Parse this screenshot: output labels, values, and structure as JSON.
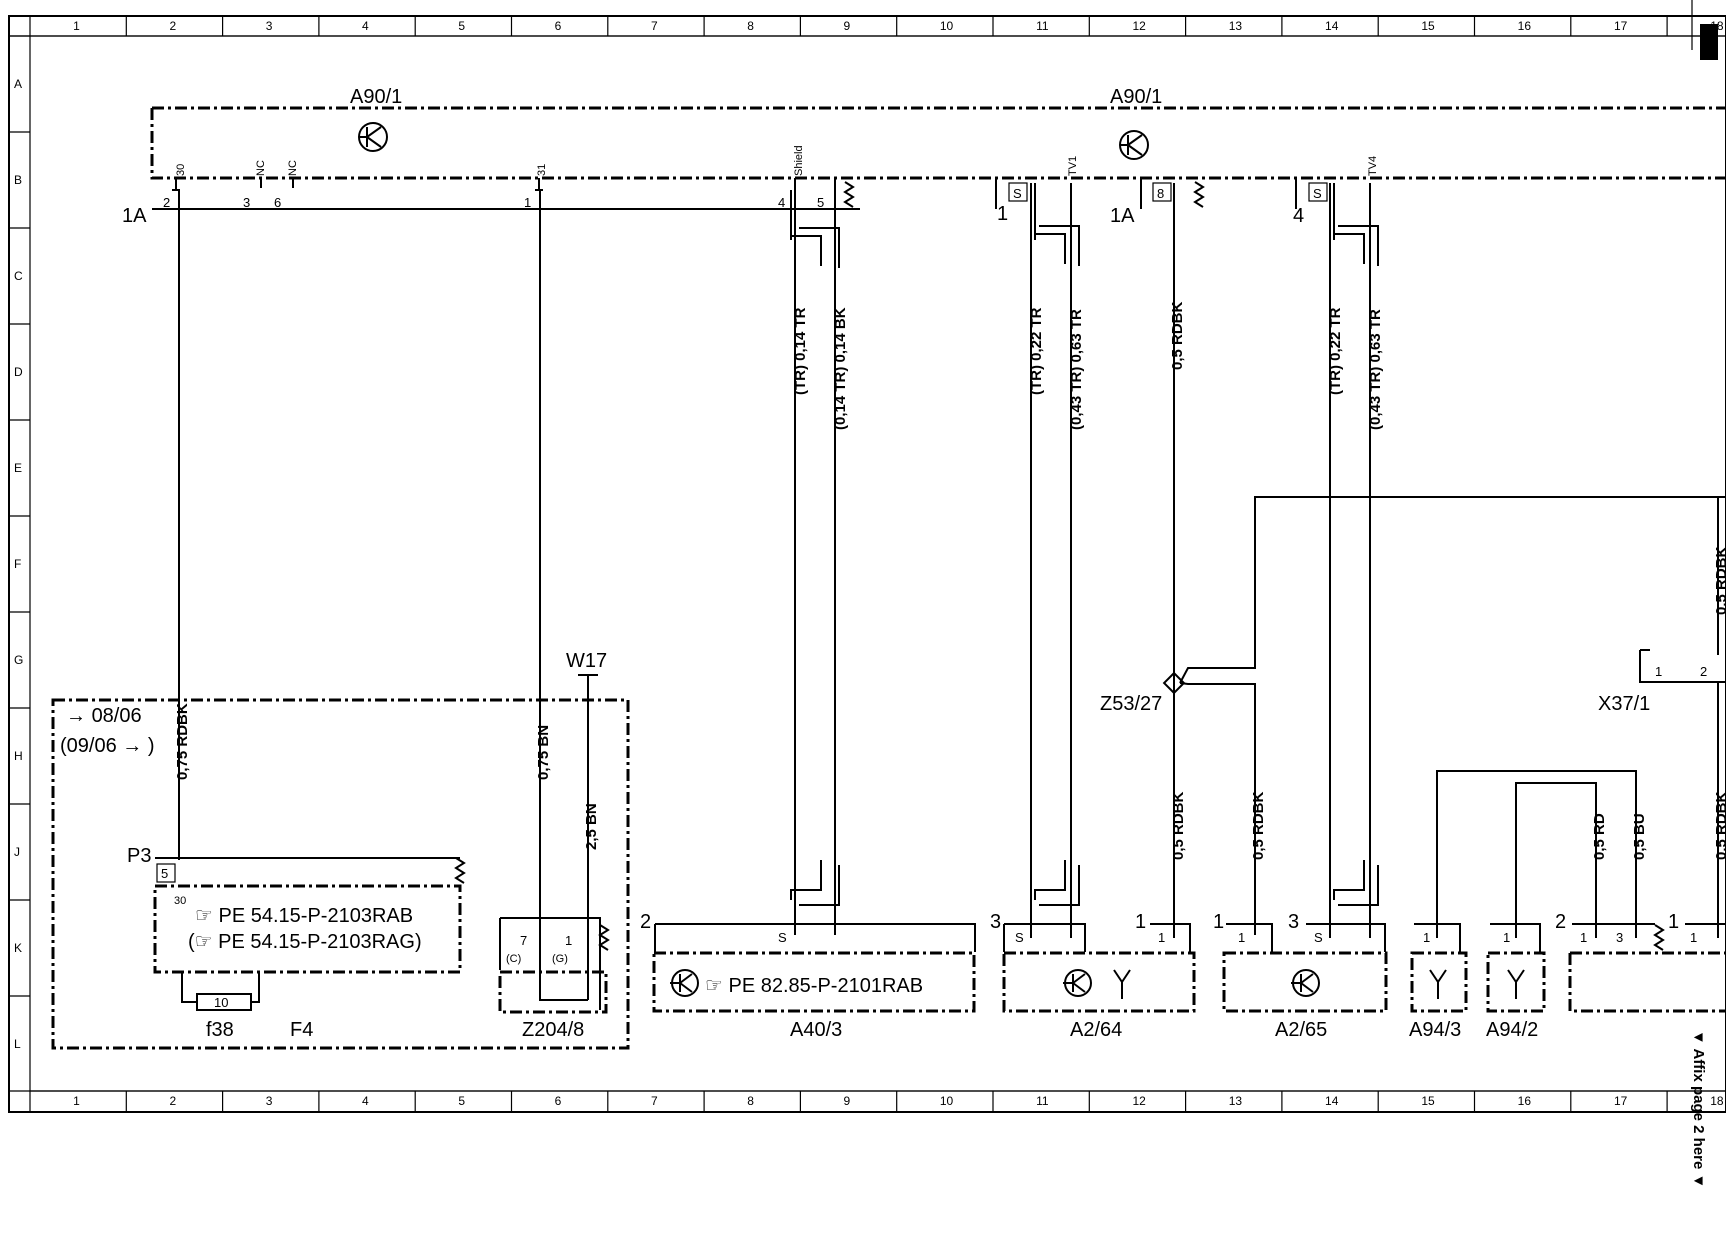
{
  "grid": {
    "columns": [
      "1",
      "2",
      "3",
      "4",
      "5",
      "6",
      "7",
      "8",
      "9",
      "10",
      "11",
      "12",
      "13",
      "14",
      "15",
      "16",
      "17",
      "18"
    ],
    "rows": [
      "A",
      "B",
      "C",
      "D",
      "E",
      "F",
      "G",
      "H",
      "J",
      "K",
      "L"
    ]
  },
  "components": {
    "a90_1_left": "A90/1",
    "a90_1_right": "A90/1",
    "a40_3": "A40/3",
    "a2_64": "A2/64",
    "a2_65": "A2/65",
    "a94_3": "A94/3",
    "a94_2": "A94/2",
    "f4": "F4",
    "f38": "f38",
    "z204_8": "Z204/8",
    "z53_27": "Z53/27",
    "x37_1": "X37/1",
    "w17": "W17",
    "p3": "P3"
  },
  "connectors": {
    "c1a_left": "1A",
    "c1a_mid": "1A",
    "c1": "1",
    "c4": "4"
  },
  "pin_labels": {
    "p30": "30",
    "pnc1": "NC",
    "pnc2": "NC",
    "p31": "31",
    "shield": "Shield",
    "tv1": "TV1",
    "tv4": "TV4",
    "n2": "2",
    "n3": "3",
    "n6": "6",
    "n1": "1",
    "n4": "4",
    "n5": "5",
    "s": "S",
    "n8": "8",
    "n10": "10",
    "n7": "7",
    "c_letter": "(C)",
    "g_letter": "(G)"
  },
  "wires": {
    "w1": "0,75 RDBK",
    "w2": "0,75 BN",
    "w3": "2,5 BN",
    "w4": "(TR) 0,14 TR",
    "w5": "(0,14 TR) 0,14 BK",
    "w6": "(TR) 0,22 TR",
    "w7": "(0,43 TR) 0,63 TR",
    "w8": "0,5 RDBK",
    "w9": "(TR) 0,22 TR",
    "w10": "(0,43 TR) 0,63 TR",
    "w11": "0,5 RDBK",
    "w12": "0,5 RDBK",
    "w13": "0,5 RDBK",
    "w14": "0,5 RD",
    "w15": "0,5 BU",
    "w16": "0,5 RDBK"
  },
  "references": {
    "r1": "PE 54.15-P-2103RAB",
    "r2": "(",
    "r2b": "PE 54.15-P-2103RAG)",
    "r3": "PE 82.85-P-2101RAB"
  },
  "date_notes": {
    "d1": "08/06",
    "d2": "(09/06",
    "d2_end": ")"
  },
  "side_note": "Affix page 2 here",
  "arrows": {
    "down": "▼"
  }
}
